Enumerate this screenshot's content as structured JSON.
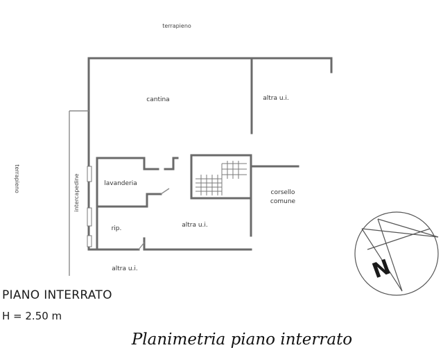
{
  "labels": {
    "terrapieno_top": "terrapieno",
    "terrapieno_left": "terrapieno",
    "intercapedine": "intercapedine",
    "cantina": "cantina",
    "altra_ui_top_right": "altra u.i.",
    "lavanderia": "lavanderia",
    "corsello_line1": "corsello",
    "corsello_line2": "comune",
    "rip": "rip.",
    "altra_ui_center": "altra u.i.",
    "altra_ui_bottom": "altra u.i."
  },
  "title": "PIANO INTERRATO",
  "height": "H = 2.50 m",
  "caption": "Planimetria piano interrato",
  "compass": {
    "letter": "N"
  }
}
